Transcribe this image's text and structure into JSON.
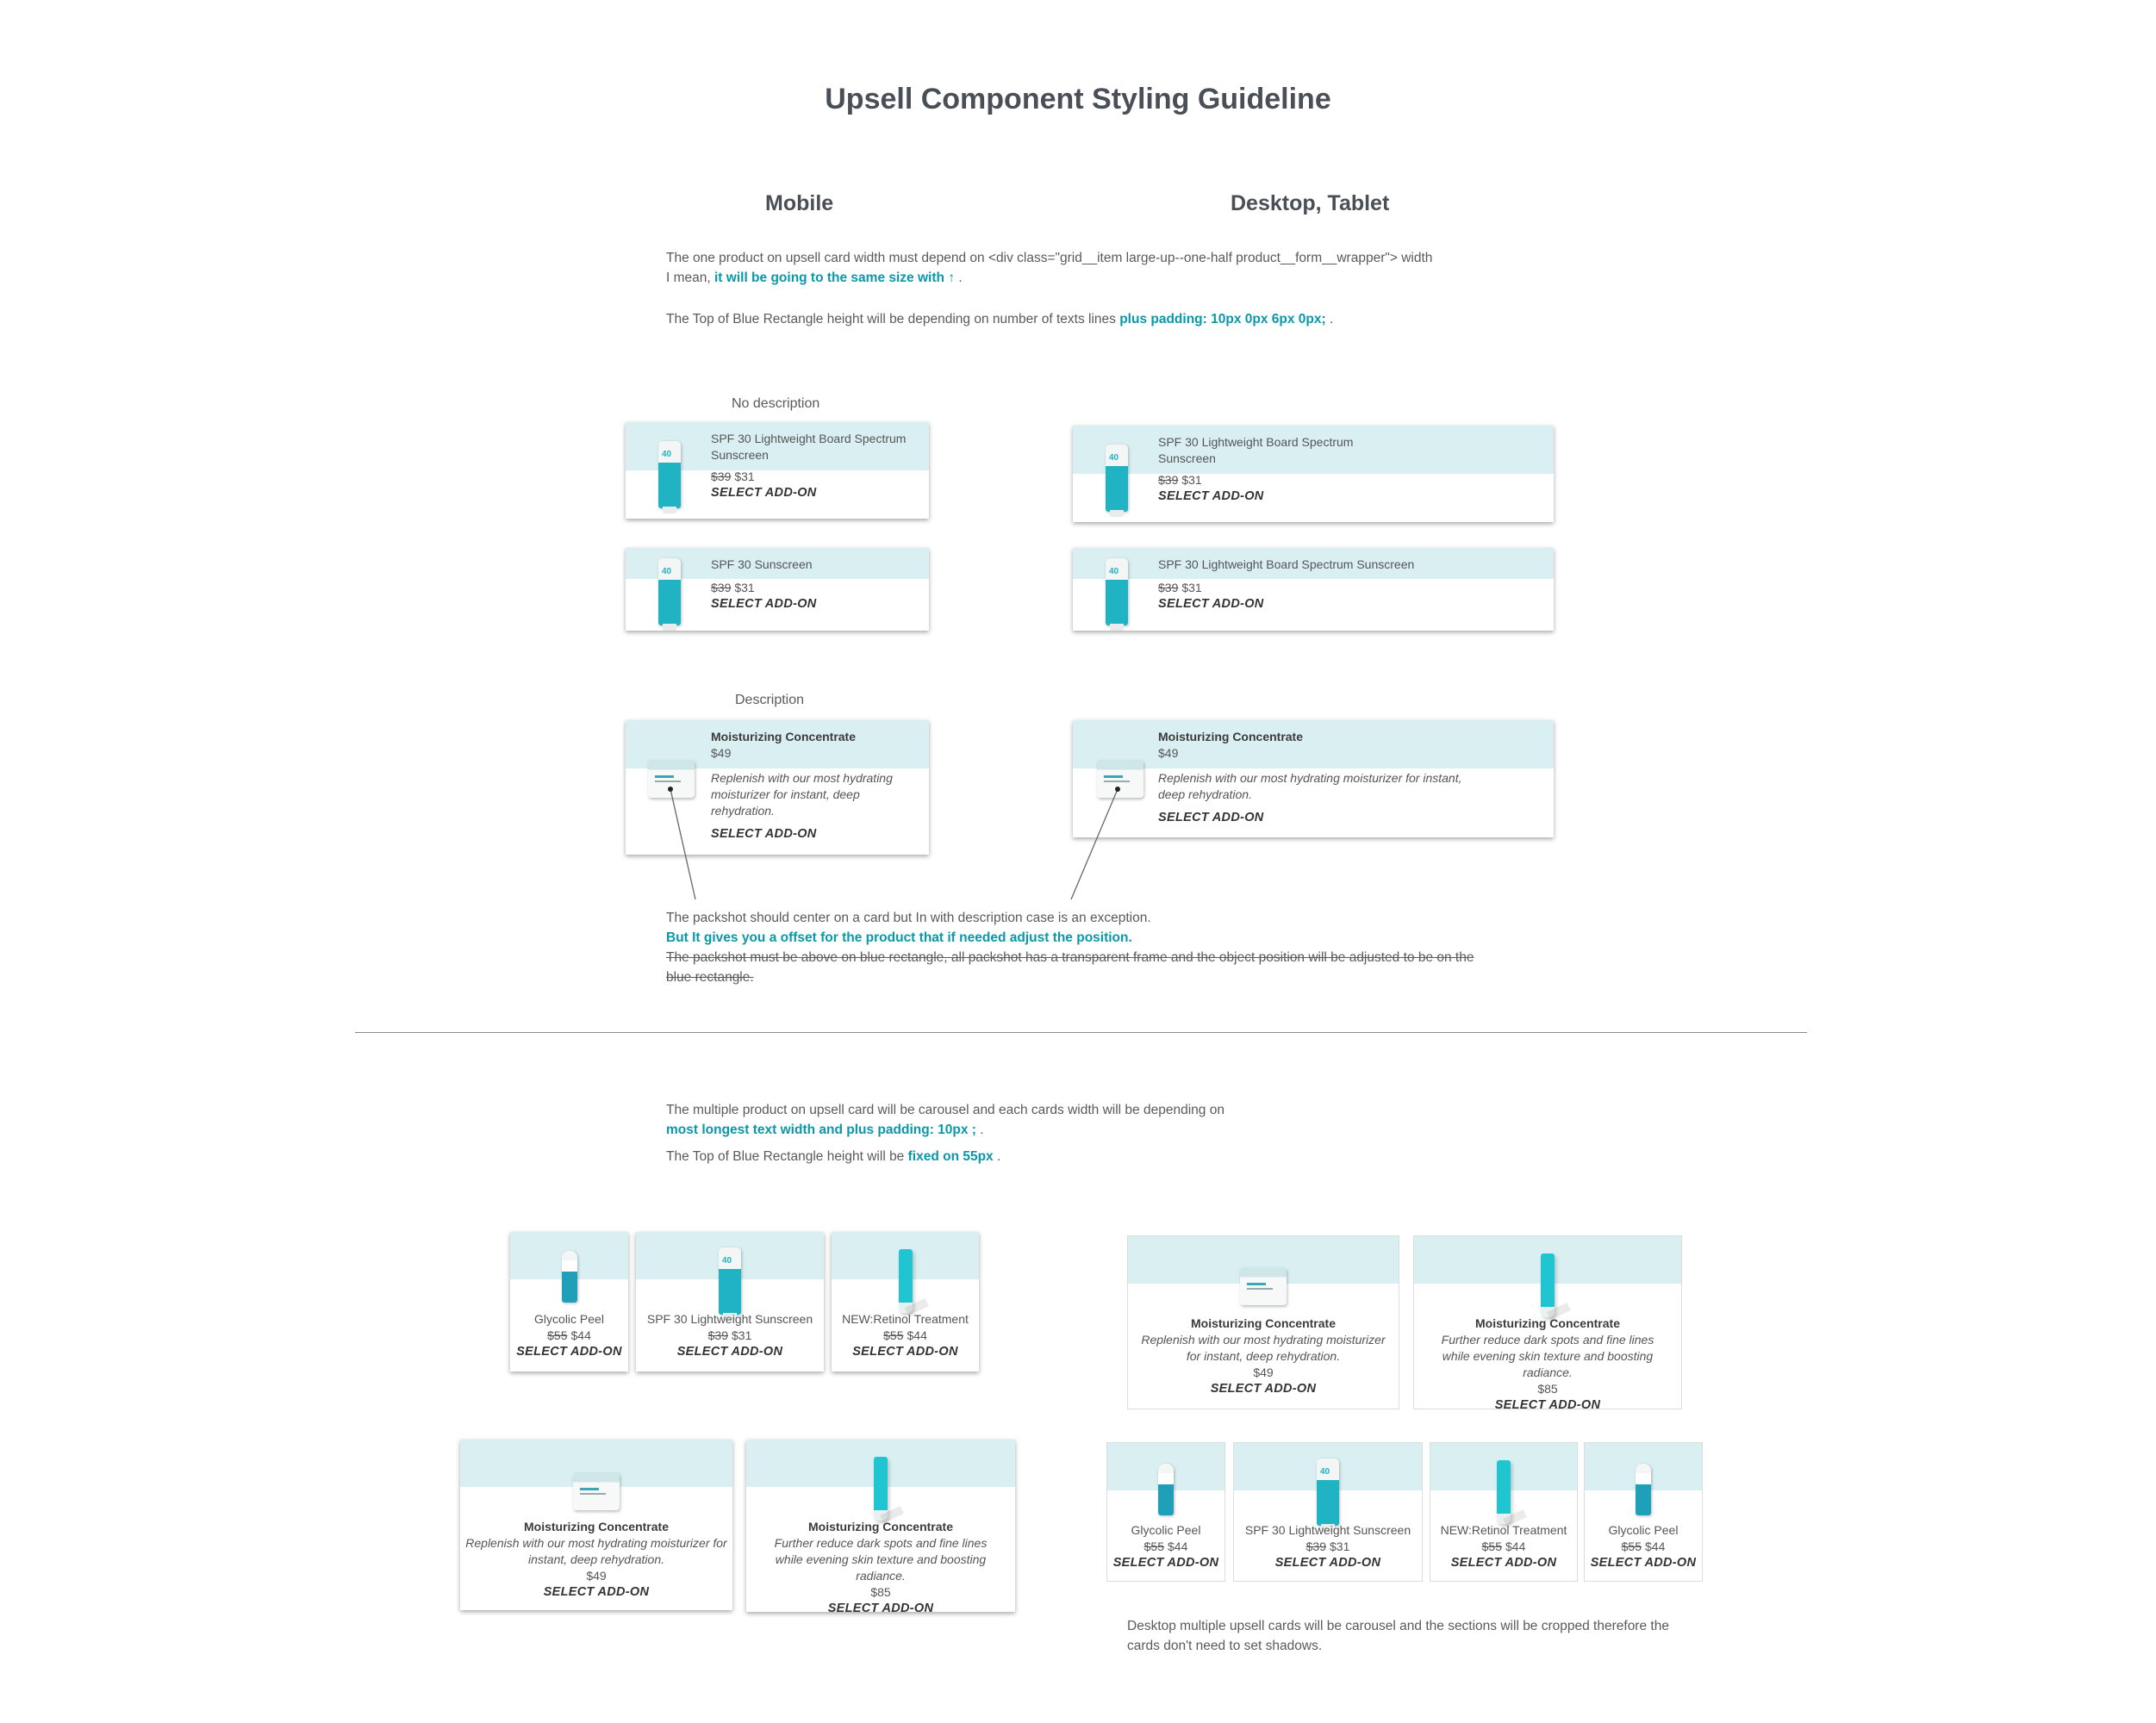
{
  "title": "Upsell Component Styling Guideline",
  "columns": {
    "mobile": "Mobile",
    "desktop": "Desktop, Tablet"
  },
  "intro": {
    "line1": "The one product on upsell card width must depend on <div class=\"grid__item large-up--one-half product__form__wrapper\"> width",
    "line2_prefix": "I mean, ",
    "line2_accent": "it will be going to the same size with ↑",
    "line2_suffix": " .",
    "line3_prefix": "The Top of  Blue Rectangle height will be depending on number of texts lines ",
    "line3_accent": "plus padding: 10px  0px 6px 0px;",
    "line3_suffix": " ."
  },
  "labels": {
    "no_description": "No description",
    "description": "Description"
  },
  "single_cards": {
    "mobile_1": {
      "name": "SPF 30 Lightweight Board Spectrum Sunscreen",
      "old_price": "$39",
      "price": "$31",
      "cta": "SELECT ADD-ON",
      "pack_num": "40"
    },
    "mobile_2": {
      "name": "SPF 30 Sunscreen",
      "old_price": "$39",
      "price": "$31",
      "cta": "SELECT ADD-ON",
      "pack_num": "40"
    },
    "desktop_1": {
      "name": "SPF 30 Lightweight Board Spectrum Sunscreen",
      "old_price": "$39",
      "price": "$31",
      "cta": "SELECT ADD-ON",
      "pack_num": "40"
    },
    "desktop_2": {
      "name": "SPF 30 Lightweight Board Spectrum Sunscreen",
      "old_price": "$39",
      "price": "$31",
      "cta": "SELECT ADD-ON",
      "pack_num": "40"
    },
    "mobile_desc": {
      "name": "Moisturizing Concentrate",
      "price": "$49",
      "desc": "Replenish with our most hydrating moisturizer for instant, deep rehydration.",
      "cta": "SELECT ADD-ON"
    },
    "desktop_desc": {
      "name": "Moisturizing Concentrate",
      "price": "$49",
      "desc": "Replenish with our most hydrating moisturizer for instant, deep rehydration.",
      "cta": "SELECT ADD-ON"
    }
  },
  "packshot_note": {
    "line1": "The packshot should center on a card but In with description case is an exception.",
    "line2": "But It gives you a offset for the product that if needed adjust the position.",
    "line3": "The packshot must be above on blue rectangle, all packshot has a transparent frame and the object position will be adjusted to be on the blue rectangle."
  },
  "multi_intro": {
    "line1": "The multiple product on upsell card will be carousel and each cards width will be depending on",
    "line2_accent": "most longest text width and plus padding: 10px ;",
    "line2_suffix": " .",
    "line3_prefix": "The Top of  Blue Rectangle height will be ",
    "line3_accent": "fixed on 55px",
    "line3_suffix": " ."
  },
  "mobile_carousel": [
    {
      "name": "Glycolic Peel",
      "old_price": "$55",
      "price": "$44",
      "cta": "SELECT ADD-ON",
      "pack": "bottle"
    },
    {
      "name": "SPF 30 Lightweight Sunscreen",
      "old_price": "$39",
      "price": "$31",
      "cta": "SELECT ADD-ON",
      "pack": "tube"
    },
    {
      "name": "NEW:Retinol Treatment",
      "old_price": "$55",
      "price": "$44",
      "cta": "SELECT ADD-ON",
      "pack": "slim"
    }
  ],
  "mobile_desc_carousel": [
    {
      "name": "Moisturizing Concentrate",
      "desc": "Replenish with our most hydrating moisturizer for instant, deep rehydration.",
      "price": "$49",
      "cta": "SELECT ADD-ON",
      "pack": "jar"
    },
    {
      "name": "Moisturizing Concentrate",
      "desc": "Further reduce dark spots and fine lines while evening skin texture and boosting radiance.",
      "price": "$85",
      "cta": "SELECT ADD-ON",
      "pack": "slim"
    }
  ],
  "desktop_desc_carousel": [
    {
      "name": "Moisturizing Concentrate",
      "desc": "Replenish with our most hydrating moisturizer for instant, deep rehydration.",
      "price": "$49",
      "cta": "SELECT ADD-ON",
      "pack": "jar"
    },
    {
      "name": "Moisturizing Concentrate",
      "desc": "Further reduce dark spots and fine lines while evening skin texture and boosting radiance.",
      "price": "$85",
      "cta": "SELECT ADD-ON",
      "pack": "slim"
    }
  ],
  "desktop_carousel": [
    {
      "name": "Glycolic Peel",
      "old_price": "$55",
      "price": "$44",
      "cta": "SELECT ADD-ON",
      "pack": "bottle"
    },
    {
      "name": "SPF 30 Lightweight Sunscreen",
      "old_price": "$39",
      "price": "$31",
      "cta": "SELECT ADD-ON",
      "pack": "tube"
    },
    {
      "name": "NEW:Retinol Treatment",
      "old_price": "$55",
      "price": "$44",
      "cta": "SELECT ADD-ON",
      "pack": "slim"
    },
    {
      "name": "Glycolic Peel",
      "old_price": "$55",
      "price": "$44",
      "cta": "SELECT ADD-ON",
      "pack": "bottle"
    }
  ],
  "desktop_note": "Desktop multiple upsell cards will be carousel and the sections will be cropped therefore the cards don't need to set shadows.",
  "colors": {
    "band": "#d9eff1",
    "accent": "#0a98a8",
    "product_teal": "#20b3c3"
  }
}
